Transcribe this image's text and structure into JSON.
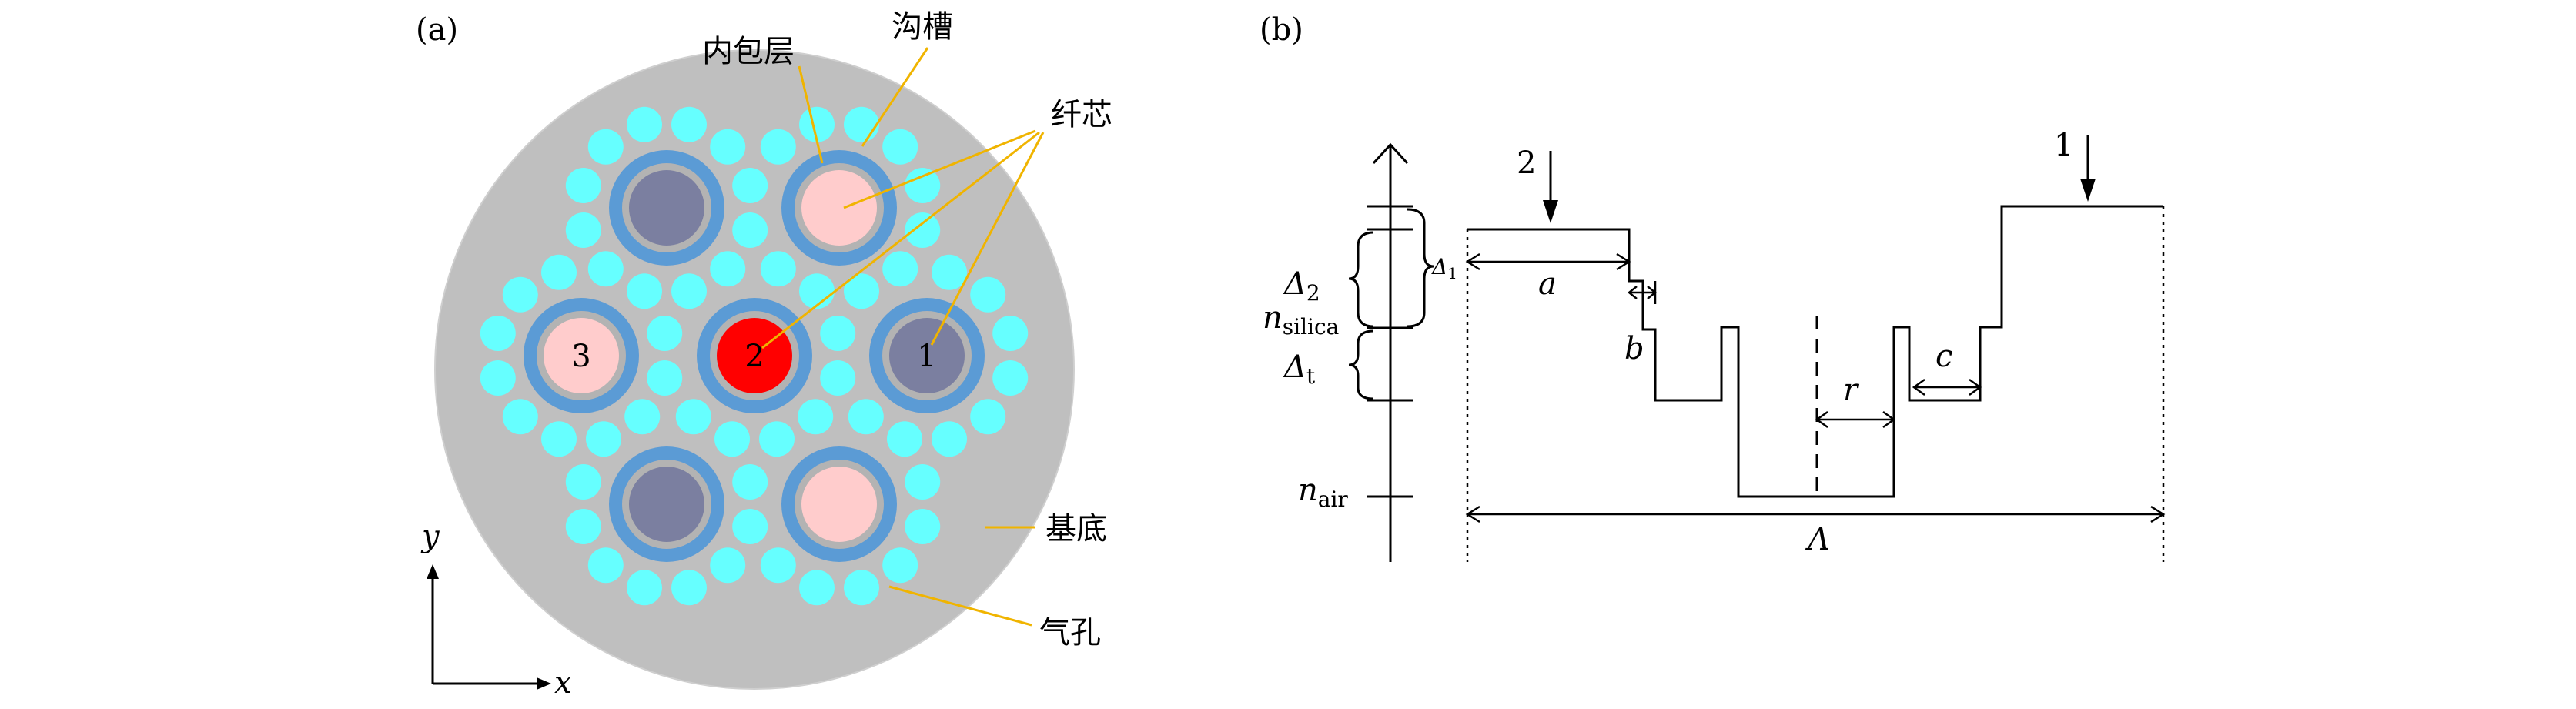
{
  "panel_a": {
    "label": "(a)",
    "labels": {
      "inner_cladding": "内包层",
      "trench": "沟槽",
      "core": "纤芯",
      "substrate": "基底",
      "air_hole": "气孔"
    },
    "core_numbers": {
      "core1": "1",
      "core2": "2",
      "core3": "3"
    },
    "axes": {
      "x": "x",
      "y": "y"
    },
    "colors": {
      "substrate": "#bfbfbf",
      "air_hole": "#66ffff",
      "trench": "#5b9bd5",
      "inner_cladding": "#b3b3b3",
      "core_dark": "#7b7fa0",
      "core_light": "#ffcccc",
      "core_center": "#ff0000",
      "leader": "#f0b400"
    }
  },
  "panel_b": {
    "label": "(b)",
    "arrows": {
      "arrow1": "1",
      "arrow2": "2"
    },
    "dims": {
      "a": "a",
      "b": "b",
      "c": "c",
      "r": "r",
      "lambda": "Λ"
    },
    "axis_labels": {
      "delta2_sym": "Δ",
      "delta2_sub": "2",
      "n_silica_sym": "n",
      "n_silica_sub": "silica",
      "delta_t_sym": "Δ",
      "delta_t_sub": "t",
      "n_air_sym": "n",
      "n_air_sub": "air",
      "delta1_sym": "Δ",
      "delta1_sub": "1"
    }
  }
}
